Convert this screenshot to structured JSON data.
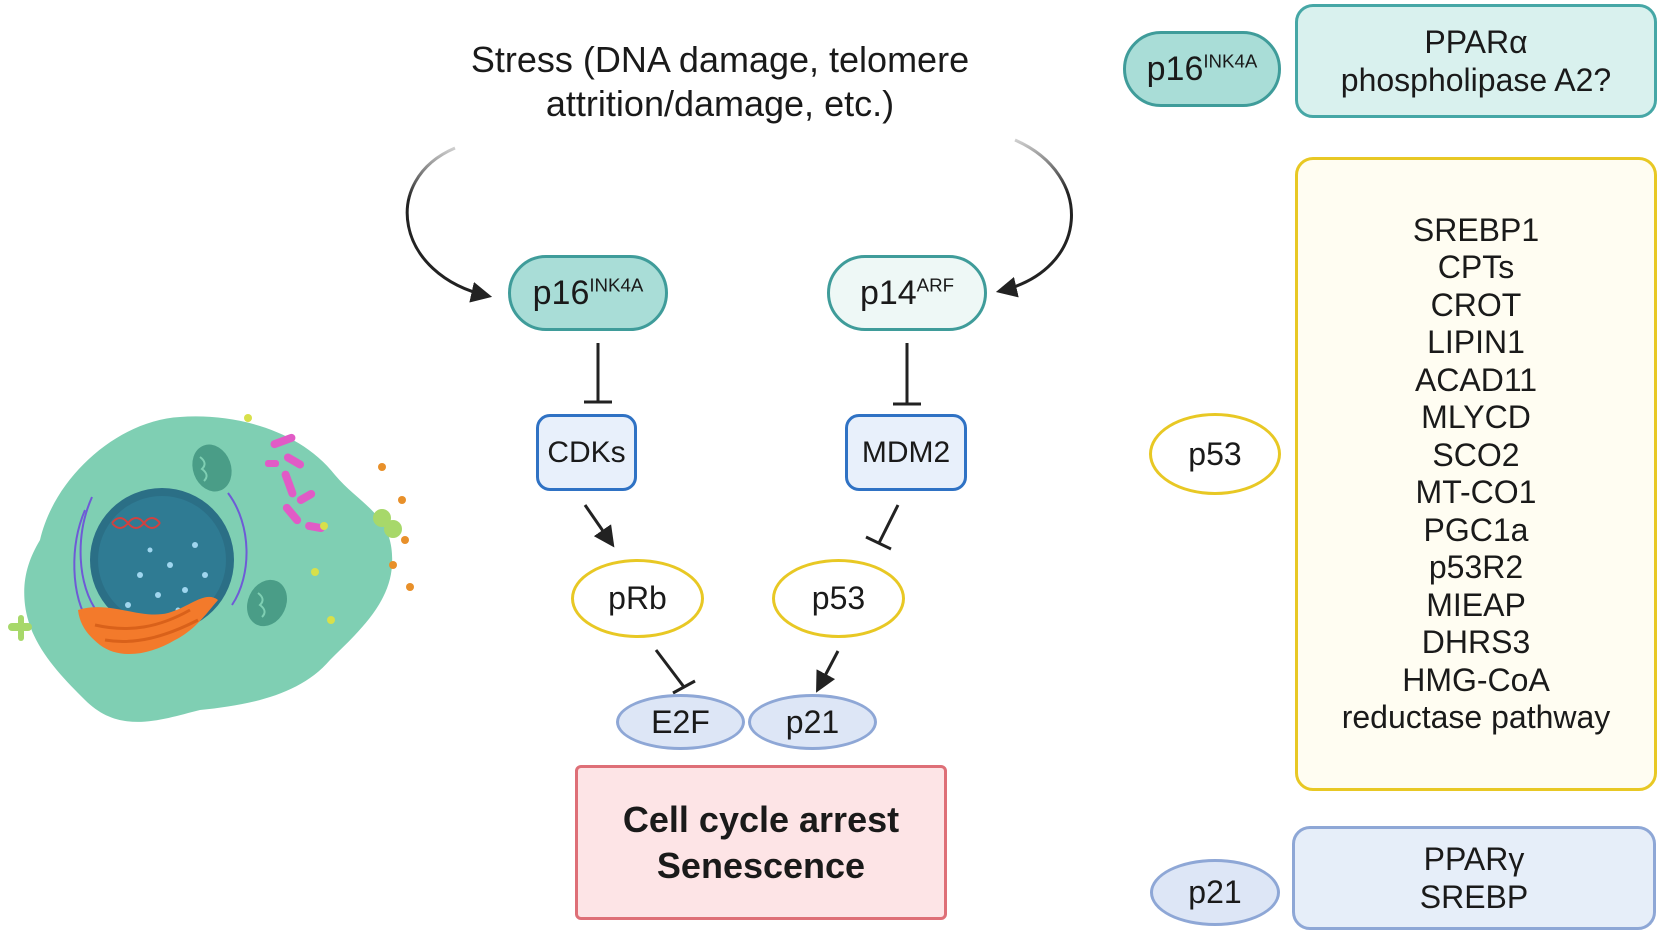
{
  "stress": {
    "line1": "Stress (DNA damage, telomere",
    "line2": "attrition/damage, etc.)"
  },
  "center": {
    "p16": {
      "base": "p16",
      "sup": "INK4A"
    },
    "p14": {
      "base": "p14",
      "sup": "ARF"
    },
    "cdks": "CDKs",
    "mdm2": "MDM2",
    "prb": "pRb",
    "p53": "p53",
    "e2f": "E2F",
    "p21": "p21",
    "outcome": {
      "line1": "Cell cycle arrest",
      "line2": "Senescence"
    }
  },
  "right": {
    "p16": {
      "base": "p16",
      "sup": "INK4A",
      "targets": [
        "PPARα",
        "phospholipase A2?"
      ]
    },
    "p53": {
      "label": "p53",
      "targets": [
        "SREBP1",
        "CPTs",
        "CROT",
        "LIPIN1",
        "ACAD11",
        "MLYCD",
        "SCO2",
        "MT-CO1",
        "PGC1a",
        "p53R2",
        "MIEAP",
        "DHRS3",
        "HMG-CoA",
        "reductase pathway"
      ]
    },
    "p21": {
      "label": "p21",
      "targets": [
        "PPARγ",
        "SREBP"
      ]
    }
  },
  "colors": {
    "teal_fill": "#a9ddd7",
    "teal_border": "#3f9c9a",
    "blue_border": "#2f72c4",
    "yellow_border": "#e8c824",
    "pink_fill": "#fde4e6",
    "pink_border": "#de6f77",
    "cell_body": "#7fcfb3",
    "nucleus": "#2b6f86"
  }
}
